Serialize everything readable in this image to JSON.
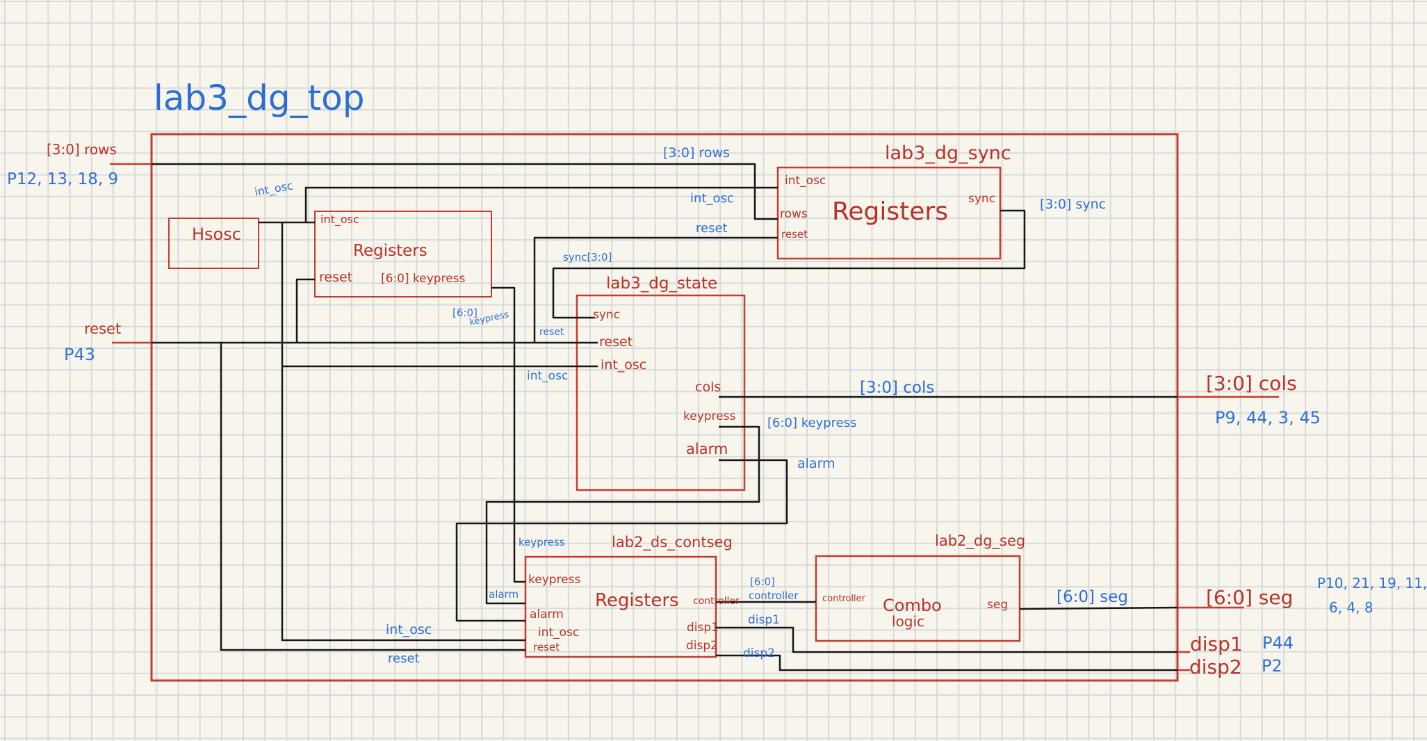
{
  "colors": {
    "background": "#f8f6ec",
    "grid": "#d6dadc",
    "block_outline": "#c33b32",
    "wire": "#161616",
    "red_text": "#b8322a",
    "blue_text": "#2f6fd4"
  },
  "title": "lab3_dg_top",
  "blocks": {
    "hsosc": {
      "name": "Hsosc"
    },
    "keypress_reg": {
      "body": "Registers",
      "ports": {
        "int_osc": "int_osc",
        "reset": "reset",
        "keypress": "[6:0] keypress"
      }
    },
    "sync": {
      "name": "lab3_dg_sync",
      "body": "Registers",
      "ports": {
        "int_osc": "int_osc",
        "rows": "rows",
        "reset": "reset",
        "sync": "sync"
      }
    },
    "state": {
      "name": "lab3_dg_state",
      "ports": {
        "sync": "sync",
        "reset": "reset",
        "int_osc": "int_osc",
        "cols": "cols",
        "keypress": "keypress",
        "alarm": "alarm"
      }
    },
    "contseg": {
      "name": "lab2_ds_contseg",
      "body": "Registers",
      "ports": {
        "keypress": "keypress",
        "alarm": "alarm",
        "int_osc": "int_osc",
        "reset": "reset",
        "controller": "controller",
        "disp1": "disp1",
        "disp2": "disp2"
      }
    },
    "seg": {
      "name": "lab2_dg_seg",
      "body_line1": "Combo",
      "body_line2": "logic",
      "ports": {
        "controller": "controller",
        "seg": "seg"
      }
    }
  },
  "top_ports": {
    "rows": "[3:0] rows",
    "reset": "reset",
    "cols": "[3:0] cols",
    "seg": "[6:0] seg",
    "disp1": "disp1",
    "disp2": "disp2"
  },
  "pins": {
    "rows": "P12, 13, 18, 9",
    "reset": "P43",
    "cols": "P9, 44, 3, 45",
    "seg_line1": "P10, 21, 19, 11,",
    "seg_line2": "6, 4, 8",
    "disp1": "P44",
    "disp2": "P2"
  },
  "wire_labels": {
    "rows": "[3:0] rows",
    "int_osc_top": "int_osc",
    "int_osc_sync": "int_osc",
    "reset_sync": "reset",
    "sync_out": "[3:0] sync",
    "sync_in": "sync[3:0]",
    "keypress_bus_line1": "[6:0]",
    "keypress_bus_line2": "keypress",
    "reset_state": "reset",
    "int_osc_state": "int_osc",
    "cols": "[3:0] cols",
    "keypress_out": "[6:0] keypress",
    "alarm_out": "alarm",
    "keypress_contseg": "keypress",
    "alarm_contseg": "alarm",
    "int_osc_contseg": "int_osc",
    "reset_contseg": "reset",
    "controller_line1": "[6:0]",
    "controller_line2": "controller",
    "disp1": "disp1",
    "disp2": "disp2",
    "seg": "[6:0] seg"
  }
}
